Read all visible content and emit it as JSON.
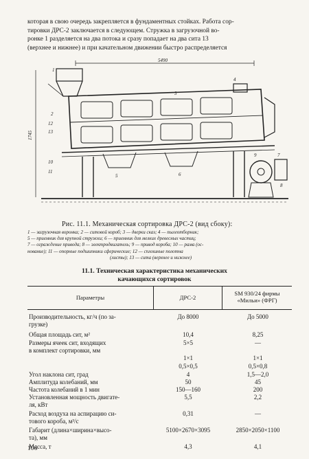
{
  "intro": {
    "lines": [
      "которая в свою очередь закрепляется в фундаментных стойках. Работа сор-",
      "тировки ДРС-2 заключается в следующем. Стружка в загрузочной во-",
      "ронке 1 разделяется на два потока и сразу попадает на два сита 13",
      "(верхнее и нижнее) и при качательном движении быстро распределяется"
    ]
  },
  "figure": {
    "top_dim": "5490",
    "side_dim": "1745",
    "callouts": [
      "1",
      "2",
      "3",
      "4",
      "5",
      "6",
      "7",
      "8",
      "9",
      "10",
      "11",
      "12",
      "13"
    ]
  },
  "caption": {
    "title": "Рис. 11.1. Механическая сортировка ДРС-2 (вид сбоку):",
    "lines": [
      "1 — загрузочная воронка; 2 — ситовой короб; 3 — дверки сказ; 4 — пылеотборник;",
      "5 — приемник для крупной стружки; 6 — приемник для мелких древесных частиц;",
      "7 — ограждение привода; 8 — электродвигатель; 9 — привод короба; 10 — рама (ос-",
      "нование); 11 — опорные подшипники сферические; 12 — сплошные полотна",
      "(листы); 13 — сита (верхнее и нижнее)"
    ]
  },
  "table": {
    "title_lines": [
      "11.1. Техническая характеристика механических",
      "качающихся сортировок"
    ],
    "headers": {
      "param": "Параметры",
      "col1": "ДРС-2",
      "col2_lines": [
        "SM 930/24 фирмы",
        "«Мильи» (ФРГ)"
      ]
    },
    "rows": [
      {
        "param": [
          "Производительность, кг/ч (по за-",
          "грузке)"
        ],
        "v1": "До 8000",
        "v2": "До 5000"
      },
      {
        "param": [
          "Общая площадь сит, м²"
        ],
        "v1": "10,4",
        "v2": "8,25"
      },
      {
        "param": [
          "Размеры ячеек сит, входящих",
          "в комплект сортировки, мм"
        ],
        "v1": "5×5",
        "v2": "—"
      },
      {
        "param": [
          ""
        ],
        "v1": "1×1",
        "v2": "1×1"
      },
      {
        "param": [
          ""
        ],
        "v1": "0,5×0,5",
        "v2": "0,5×0,8"
      },
      {
        "param": [
          "Угол наклона сит, град"
        ],
        "v1": "4",
        "v2": "1,5—2,0"
      },
      {
        "param": [
          "Амплитуда колебаний, мм"
        ],
        "v1": "50",
        "v2": "45"
      },
      {
        "param": [
          "Частота колебаний в 1 мин"
        ],
        "v1": "150—160",
        "v2": "200"
      },
      {
        "param": [
          "Установленная мощность двигате-",
          "ля, кВт"
        ],
        "v1": "5,5",
        "v2": "2,2"
      },
      {
        "param": [
          "Расход воздуха на аспирацию си-",
          "тового короба, м³/с"
        ],
        "v1": "0,31",
        "v2": "—"
      },
      {
        "param": [
          "Габарит    (длина×ширина×высо-",
          "та), мм"
        ],
        "v1": "5100×2670×3095",
        "v2": "2850×2050×1100"
      },
      {
        "param": [
          "Масса, т"
        ],
        "v1": "4,3",
        "v2": "4,1"
      }
    ]
  },
  "page_number": "106"
}
